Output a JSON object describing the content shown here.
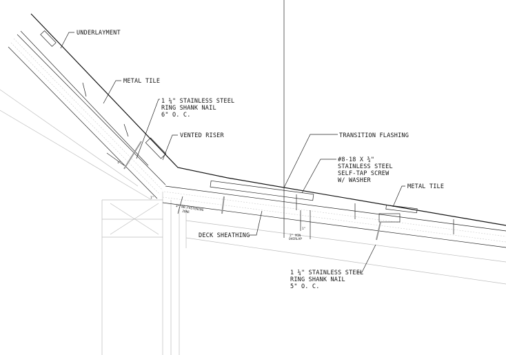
{
  "labels": {
    "underlayment": "UNDERLAYMENT",
    "metal_tile_upper": "METAL TILE",
    "nail_upper": [
      "1 ¼\" STAINLESS STEEL",
      "RING SHANK NAIL",
      "6\" O. C."
    ],
    "vented_riser": "VENTED RISER",
    "transition_flashing": "TRANSITION FLASHING",
    "screw": [
      "#8-18 X ¾\"",
      "STAINLESS STEEL",
      "SELF-TAP SCREW",
      "W/ WASHER"
    ],
    "metal_tile_lower": "METAL TILE",
    "deck_sheathing": "DECK SHEATHING",
    "nail_lower": [
      "1 ¼\" STAINLESS STEEL",
      "RING SHANK NAIL",
      "5\" O. C."
    ],
    "no_fastening_zone": [
      "4\" NO FASTENING",
      "ZONE"
    ],
    "min_overlap": [
      "2\" MIN",
      "OVERLAP"
    ],
    "dim_1in": "1\""
  }
}
